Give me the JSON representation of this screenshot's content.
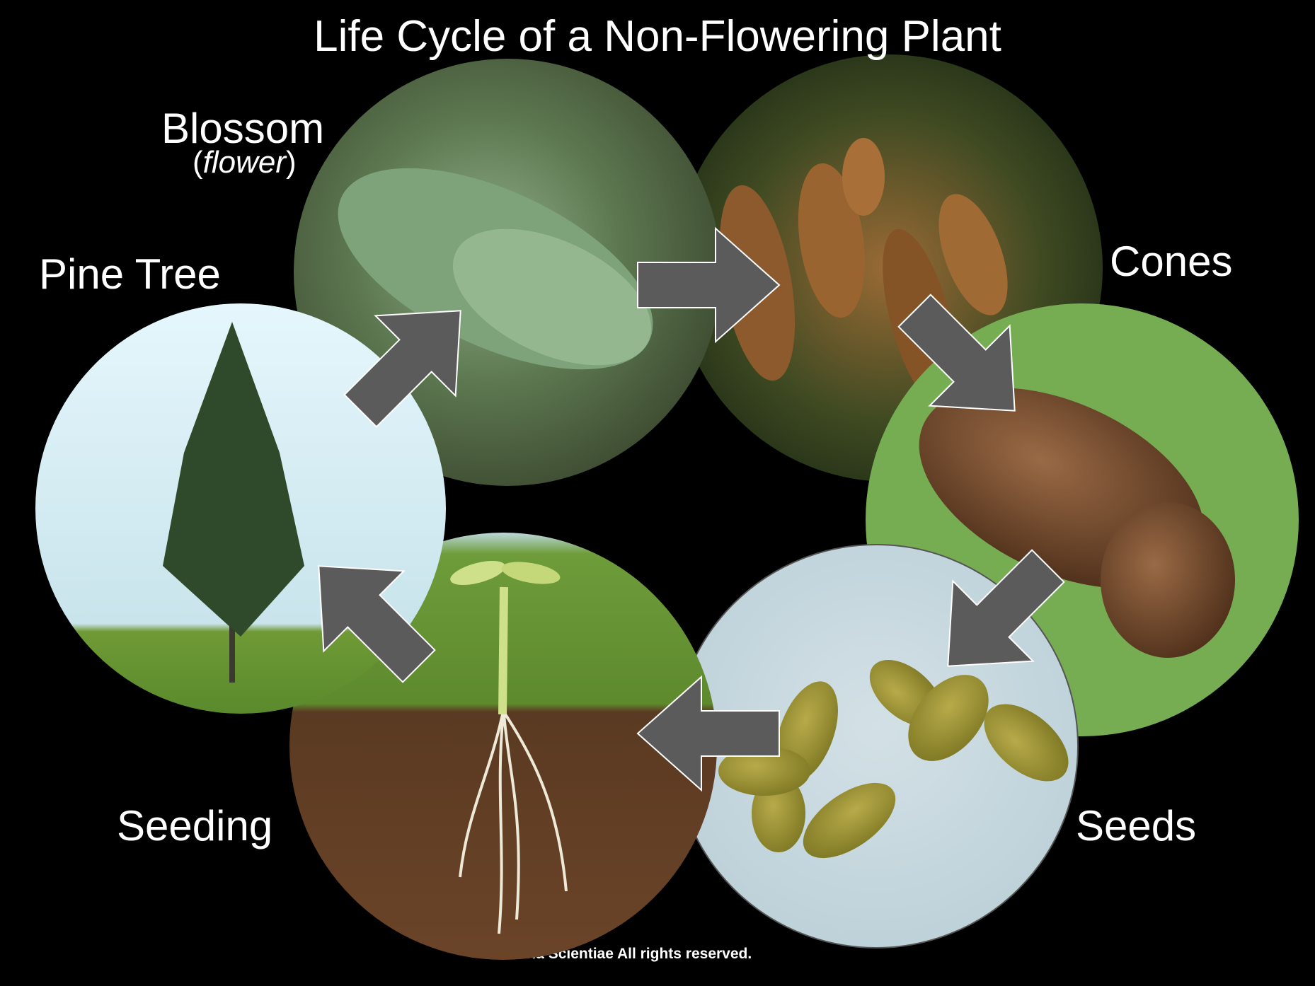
{
  "title": "Life Cycle of a Non-Flowering Plant",
  "stages": {
    "blossom": {
      "label": "Blossom",
      "sub_open": "(",
      "sub": "flower",
      "sub_close": ")"
    },
    "cones": {
      "label": "Cones"
    },
    "seeds": {
      "label": "Seeds"
    },
    "seeding": {
      "label": "Seeding"
    },
    "pine_tree": {
      "label": "Pine Tree"
    }
  },
  "copyright": "Schola Scientiae   All rights reserved.",
  "colors": {
    "arrow": "#5b5b5b",
    "background": "#000000"
  }
}
